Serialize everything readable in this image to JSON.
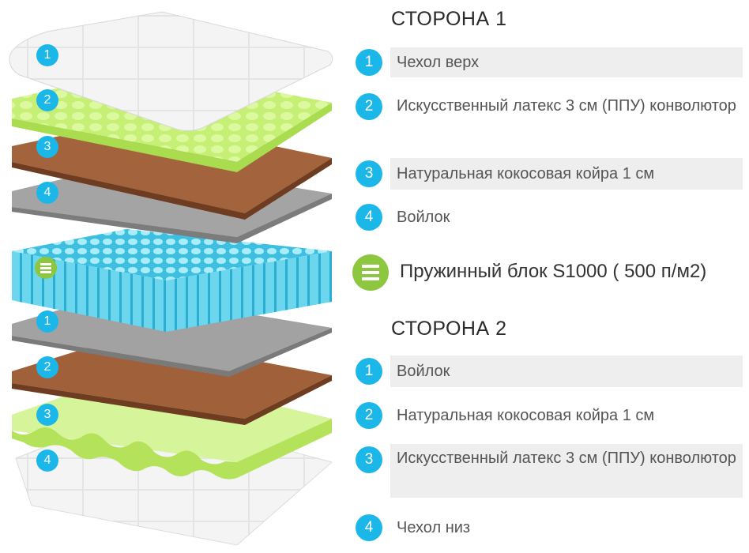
{
  "side1": {
    "title": "СТОРОНА 1",
    "items": [
      {
        "num": "1",
        "text": "Чехол верх"
      },
      {
        "num": "2",
        "text": "Искусственный латекс 3 см (ППУ) конволютор"
      },
      {
        "num": "3",
        "text": "Натуральная кокосовая койра 1 см"
      },
      {
        "num": "4",
        "text": "Войлок"
      }
    ]
  },
  "spring": {
    "text": "Пружинный блок S1000 ( 500 п/м2)",
    "icon": "spring-block-icon"
  },
  "side2": {
    "title": "СТОРОНА 2",
    "items": [
      {
        "num": "1",
        "text": "Войлок"
      },
      {
        "num": "2",
        "text": "Натуральная кокосовая койра 1 см"
      },
      {
        "num": "3",
        "text": "Искусственный латекс 3 см (ППУ) конволютор"
      },
      {
        "num": "4",
        "text": "Чехол низ"
      }
    ]
  },
  "diagram_labels": {
    "top": [
      "1",
      "2",
      "3",
      "4"
    ],
    "bottom": [
      "1",
      "2",
      "3",
      "4"
    ]
  },
  "colors": {
    "badge": "#1bb7e9",
    "spring_badge": "#8dc63f",
    "cover": "#f2f2f2",
    "latex": "#c8f07a",
    "coir": "#9a5a34",
    "felt": "#9a9a9a",
    "springs": "#5fd0ea"
  }
}
